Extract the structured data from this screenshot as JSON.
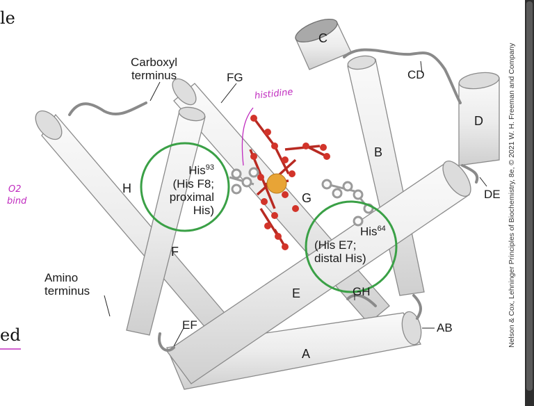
{
  "edge_text": {
    "top": "le",
    "bottom": "ed"
  },
  "margin_notes": {
    "o2": "O2",
    "bind": "bind",
    "histidine": "histidine"
  },
  "helices": {
    "A": "A",
    "B": "B",
    "C": "C",
    "D": "D",
    "E": "E",
    "F": "F",
    "G": "G",
    "H": "H"
  },
  "connectors": {
    "AB": "AB",
    "CD": "CD",
    "DE": "DE",
    "EF": "EF",
    "FG": "FG",
    "GH": "GH"
  },
  "termini": {
    "carboxyl": [
      "Carboxyl",
      "terminus"
    ],
    "amino": [
      "Amino",
      "terminus"
    ]
  },
  "proximal": {
    "line1": "His",
    "sup": "93",
    "line2": "(His F8;",
    "line3": "proximal",
    "line4": "His)"
  },
  "distal": {
    "line1": "His",
    "sup": "64",
    "line2": "(His E7;",
    "line3": "distal His)"
  },
  "credit": "Nelson & Cox, Lehninger Principles of Biochemistry, 8e, © 2021 W. H. Freeman and Company",
  "colors": {
    "helix_fill": "#f2f2f2",
    "helix_stroke": "#8a8a8a",
    "heme": "#d2342a",
    "iron": "#e8a436",
    "circle": "#3aa046",
    "annotation": "#c02bbf"
  }
}
